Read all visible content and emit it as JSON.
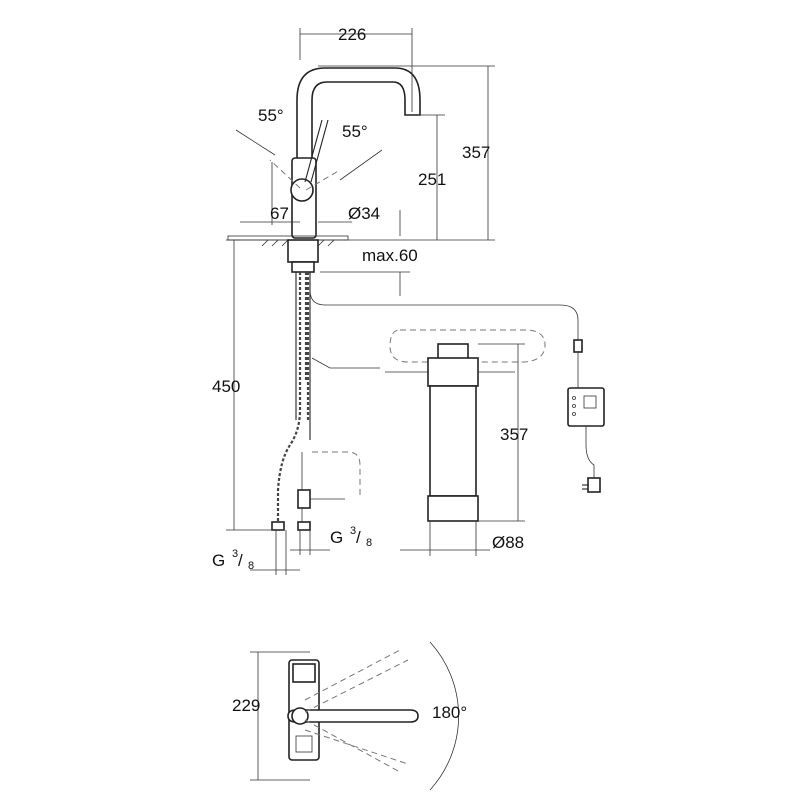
{
  "dimensions": {
    "spout_reach": "226",
    "lever_angle_left": "55°",
    "lever_angle_right": "55°",
    "spout_outlet_height": "251",
    "total_height": "357",
    "lever_offset": "67",
    "base_diameter": "Ø34",
    "max_deck_thickness": "max.60",
    "hose_length": "450",
    "filter_height": "357",
    "thread_left_main": "G",
    "thread_left_num": "3",
    "thread_left_den": "8",
    "thread_right_main": "G",
    "thread_right_num": "3",
    "thread_right_den": "8",
    "filter_diameter": "Ø88",
    "top_view_projection": "229",
    "swivel_angle": "180°"
  },
  "colors": {
    "line": "#222222",
    "dashed": "#777777",
    "background": "#ffffff"
  }
}
